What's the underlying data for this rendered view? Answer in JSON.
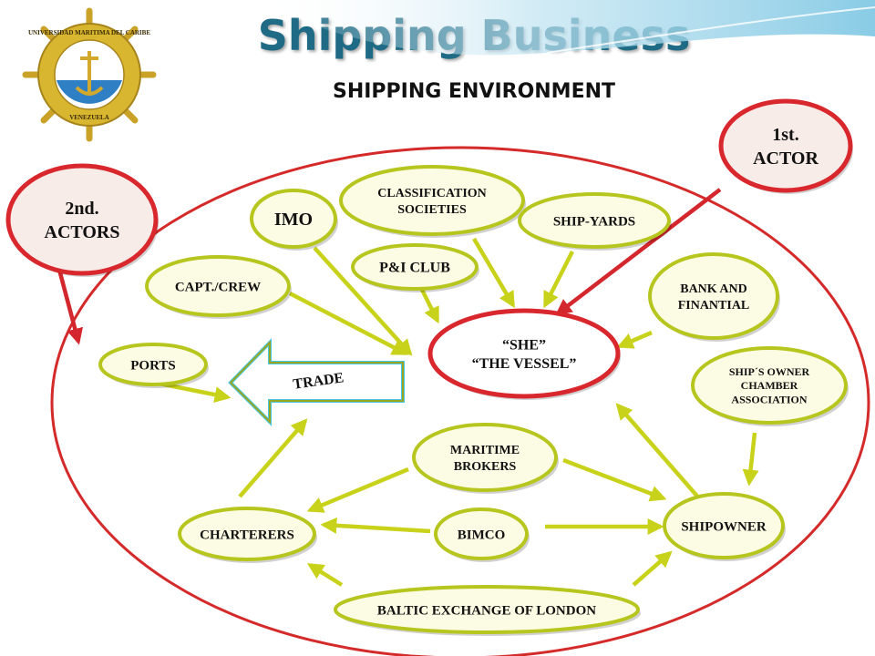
{
  "header": {
    "title": "Shipping Business",
    "subtitle": "SHIPPING ENVIRONMENT",
    "logo": {
      "icon": "university-emblem-icon",
      "ring_text_top": "UNIVERSIDAD MARITIMA DEL CARIBE",
      "ring_text_bottom": "VENEZUELA"
    }
  },
  "colors": {
    "title": "#1f6b85",
    "node_fill": "#fcfce4",
    "node_border": "#b7c61e",
    "actor_fill": "#f8ece8",
    "actor_border": "#d9272e",
    "big_ellipse": "#d42a2a",
    "yellow_arrow": "#c9d21a",
    "red_arrow": "#d3272d",
    "trade_border": "#45c8e6"
  },
  "actors": {
    "first": [
      "1st.",
      "ACTOR"
    ],
    "second": [
      "2nd.",
      "ACTORS"
    ]
  },
  "nodes": {
    "classification": [
      "CLASSIFICATION",
      "SOCIETIES"
    ],
    "imo": [
      "IMO"
    ],
    "ship_yards": [
      "SHIP-YARDS"
    ],
    "pi_club": [
      "P&I CLUB"
    ],
    "capt_crew": [
      "CAPT./CREW"
    ],
    "bank": [
      "BANK AND",
      "FINANTIAL"
    ],
    "vessel": [
      "“SHE”",
      "“THE VESSEL”"
    ],
    "ports": [
      "PORTS"
    ],
    "owner_chamber": [
      "SHIP´S OWNER",
      "CHAMBER",
      "ASSOCIATION"
    ],
    "trade": [
      "TRADE"
    ],
    "maritime_brokers": [
      "MARITIME",
      "BROKERS"
    ],
    "charterers": [
      "CHARTERERS"
    ],
    "bimco": [
      "BIMCO"
    ],
    "shipowner": [
      "SHIPOWNER"
    ],
    "baltic": [
      "BALTIC EXCHANGE OF LONDON"
    ]
  }
}
